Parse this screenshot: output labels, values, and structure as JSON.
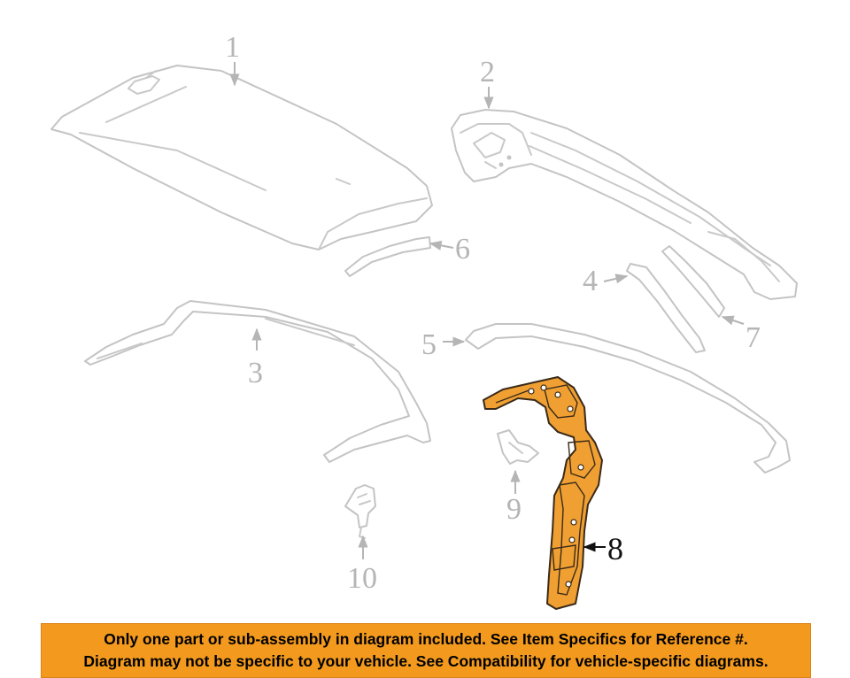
{
  "diagram": {
    "callouts": {
      "c1": "1",
      "c2": "2",
      "c3": "3",
      "c4": "4",
      "c5": "5",
      "c6": "6",
      "c7": "7",
      "c8": "8",
      "c9": "9",
      "c10": "10"
    },
    "highlighted_part": "8",
    "colors": {
      "highlight": "#f0a033",
      "outline": "#c9c9c9",
      "banner": "#f39a1e"
    }
  },
  "banner": {
    "line1": "Only one part or sub-assembly in diagram included. See Item Specifics for Reference #.",
    "line2": "Diagram may not be specific to your vehicle. See Compatibility for vehicle-specific diagrams."
  }
}
